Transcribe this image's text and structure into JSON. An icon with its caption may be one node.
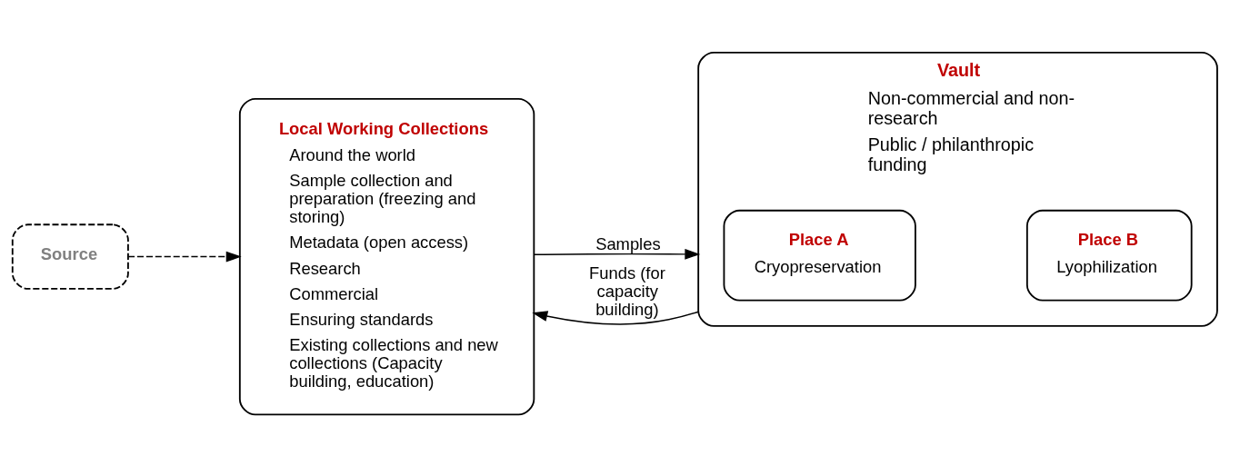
{
  "diagram": {
    "nodes": [
      {
        "text": [
          "Source"
        ]
      },
      {
        "text": [
          "Local Working Collections",
          "Around the world",
          "Sample collection and preparation (freezing and storing)",
          "Metadata (open access)",
          "Research",
          "Commercial",
          "Ensuring standards",
          "Existing collections and new collections (Capacity building, education)"
        ]
      },
      {
        "text": [
          "Vault",
          "Non-commercial and non-research",
          "Public / philanthropic funding"
        ]
      },
      {
        "text": [
          "Place A",
          "Cryopreservation"
        ],
        "in": 2
      },
      {
        "text": [
          "Place B",
          "Lyophilization"
        ],
        "in": 2
      }
    ],
    "edges": [
      {
        "from": 0,
        "to": 1,
        "arrow": "to",
        "style": "dashed"
      },
      {
        "from": 1,
        "to": 2,
        "arrow": "to",
        "label": "Samples"
      },
      {
        "from": 2,
        "to": 1,
        "arrow": "to",
        "label": "Funds (for capacity building)"
      }
    ]
  }
}
